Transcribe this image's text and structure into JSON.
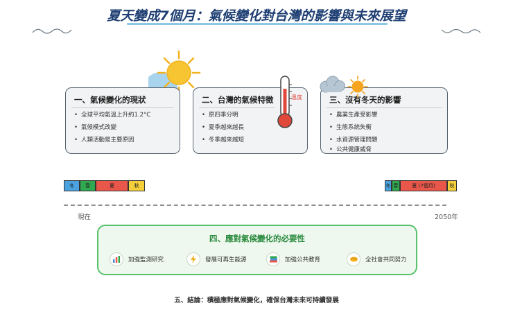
{
  "title": "夏天變成7個月：氣候變化對台灣的影響與未來展望",
  "cards": [
    {
      "title": "一、氣候變化的現狀",
      "items": [
        "全球平均氣溫上升約1.2°C",
        "氣候模式改變",
        "人類活動是主要原因"
      ]
    },
    {
      "title": "二、台灣的氣候特徵",
      "items": [
        "原四季分明",
        "夏季越來越長",
        "冬季越來越短"
      ]
    },
    {
      "title": "三、沒有冬天的影響",
      "items": [
        "農業生產受影響",
        "生態系統失衡",
        "水資源管理問題",
        "公共健康威脅"
      ]
    }
  ],
  "thermometer_label": "溫度",
  "timeline": {
    "start_label": "現在",
    "end_label": "2050年",
    "now_seasons": [
      {
        "label": "冬",
        "color": "#4aa3e0"
      },
      {
        "label": "春",
        "color": "#2fa84f"
      },
      {
        "label": "夏",
        "color": "#e8574a"
      },
      {
        "label": "秋",
        "color": "#f4cf3a"
      }
    ],
    "future_seasons": [
      {
        "label": "冬",
        "color": "#4aa3e0"
      },
      {
        "label": "春",
        "color": "#2fa84f"
      },
      {
        "label": "夏 (7個月)",
        "color": "#e8574a"
      },
      {
        "label": "秋",
        "color": "#f4cf3a"
      }
    ]
  },
  "necessity": {
    "title": "四、應對氣候變化的必要性",
    "actions": [
      {
        "icon": "bar-chart-icon",
        "glyph": "📊",
        "label": "加強監測研究"
      },
      {
        "icon": "lightning-icon",
        "glyph": "⚡",
        "label": "發展可再生能源"
      },
      {
        "icon": "books-icon",
        "glyph": "📚",
        "label": "加強公共教育"
      },
      {
        "icon": "handshake-icon",
        "glyph": "🤝",
        "label": "全社會共同努力"
      }
    ]
  },
  "conclusion": "五、結論：積極應對氣候變化，確保台灣未來可持續發展",
  "colors": {
    "title": "#1f3f73",
    "green_border": "#58c26b",
    "green_title": "#2b8a3e"
  }
}
